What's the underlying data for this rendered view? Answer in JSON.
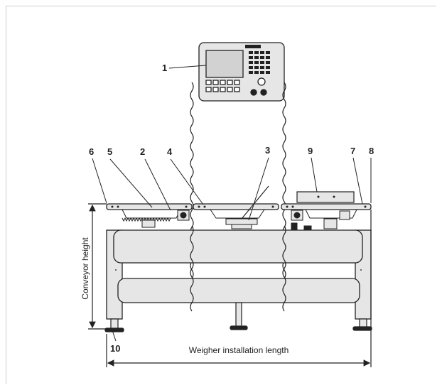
{
  "callouts": {
    "c1": "1",
    "c2": "2",
    "c3": "3",
    "c4": "4",
    "c5": "5",
    "c6": "6",
    "c7": "7",
    "c8": "8",
    "c9": "9",
    "c10": "10"
  },
  "dimensions": {
    "height_label": "Conveyor height",
    "length_label": "Weigher installation length"
  },
  "colors": {
    "line": "#222222",
    "fill": "#e6e6e6",
    "screen": "#d2d2d2"
  }
}
